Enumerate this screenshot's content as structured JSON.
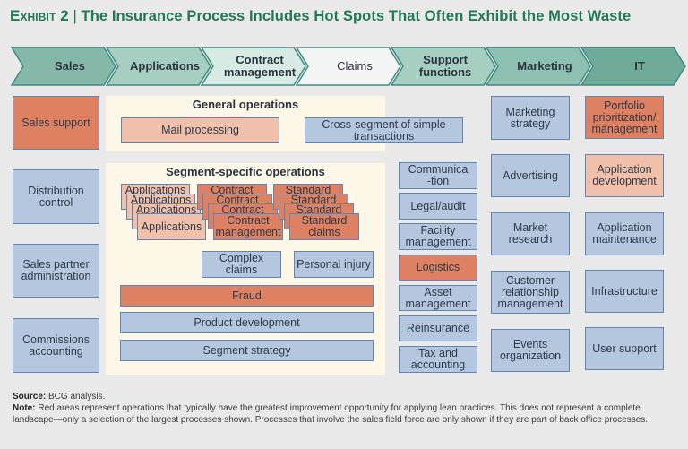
{
  "title": {
    "exhibit": "Exhibit 2",
    "separator": "|",
    "text": "The Insurance Process Includes Hot Spots That Often Exhibit the Most Waste"
  },
  "colors": {
    "title_green": "#1f7a52",
    "chevron_fills": [
      "#85b8a9",
      "#a7cfc1",
      "#d7ebe4",
      "#f3f5f5",
      "#a7cfc1",
      "#8ec0b1",
      "#6fab98"
    ],
    "chevron_border": "#3f8b83",
    "high_waste_red": "#de8162",
    "medium_pink": "#f1c0aa",
    "standard_blue": "#b5c6df",
    "box_border": "#5e86b0",
    "panel_cream": "#fdf7e8",
    "background": "#e9e9ea"
  },
  "value_chain": [
    {
      "label": "Sales"
    },
    {
      "label": "Applications"
    },
    {
      "label": "Contract management"
    },
    {
      "label": "Claims"
    },
    {
      "label": "Support functions"
    },
    {
      "label": "Marketing"
    },
    {
      "label": "IT"
    }
  ],
  "sales_column": [
    {
      "label": "Sales support",
      "status": "red"
    },
    {
      "label": "Distribution control",
      "status": "blue"
    },
    {
      "label": "Sales partner administration",
      "status": "blue"
    },
    {
      "label": "Commissions accounting",
      "status": "blue"
    }
  ],
  "general_operations": {
    "title": "General operations",
    "items": [
      {
        "label": "Mail processing",
        "status": "pink"
      },
      {
        "label": "Cross-segment of simple transactions",
        "status": "blue"
      }
    ]
  },
  "segment_operations": {
    "title": "Segment-specific operations",
    "stacks": [
      {
        "label": "Applications",
        "status": "pink",
        "copies": 4
      },
      {
        "label": "Contract management",
        "status": "red",
        "copies": 4
      },
      {
        "label": "Standard claims",
        "status": "red",
        "copies": 4
      }
    ],
    "stack_back_labels": {
      "applications": "Applications",
      "contract": "Contract",
      "standard": "Standard"
    },
    "items": [
      {
        "label": "Complex claims",
        "status": "blue"
      },
      {
        "label": "Personal injury",
        "status": "blue"
      }
    ],
    "bars": [
      {
        "label": "Fraud",
        "status": "red"
      },
      {
        "label": "Product development",
        "status": "blue"
      },
      {
        "label": "Segment strategy",
        "status": "blue"
      }
    ]
  },
  "support_column": [
    {
      "label": "Communica-tion",
      "status": "blue"
    },
    {
      "label": "Legal/audit",
      "status": "blue"
    },
    {
      "label": "Facility management",
      "status": "blue"
    },
    {
      "label": "Logistics",
      "status": "red"
    },
    {
      "label": "Asset management",
      "status": "blue"
    },
    {
      "label": "Reinsurance",
      "status": "blue"
    },
    {
      "label": "Tax and accounting",
      "status": "blue"
    }
  ],
  "marketing_column": [
    {
      "label": "Marketing strategy",
      "status": "blue"
    },
    {
      "label": "Advertising",
      "status": "blue"
    },
    {
      "label": "Market research",
      "status": "blue"
    },
    {
      "label": "Customer relationship management",
      "status": "blue"
    },
    {
      "label": "Events organization",
      "status": "blue"
    }
  ],
  "it_column": [
    {
      "label": "Portfolio prioritization/ management",
      "status": "red"
    },
    {
      "label": "Application development",
      "status": "pink"
    },
    {
      "label": "Application maintenance",
      "status": "blue"
    },
    {
      "label": "Infrastructure",
      "status": "blue"
    },
    {
      "label": "User support",
      "status": "blue"
    }
  ],
  "footer": {
    "source_label": "Source:",
    "source_text": "BCG analysis.",
    "note_label": "Note:",
    "note_text": "Red areas represent operations that typically have the greatest improvement opportunity for applying lean practices. This does not represent a complete landscape—only a selection of the largest processes shown. Processes that involve the sales field force are only shown if they are part of back office processes."
  }
}
